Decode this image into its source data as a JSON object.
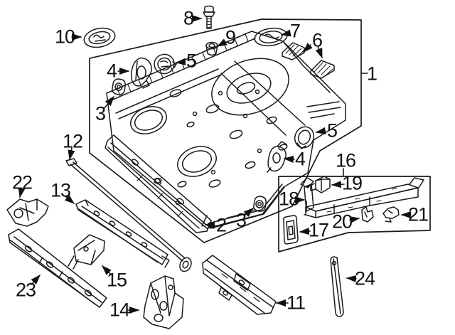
{
  "colors": {
    "background": "#ffffff",
    "line": "#1a1a1a"
  },
  "callouts": {
    "c1": "1",
    "c2": "2",
    "c3": "3",
    "c4": "4",
    "c5": "5",
    "c6": "6",
    "c7": "7",
    "c8": "8",
    "c9": "9",
    "c10": "10",
    "c11": "11",
    "c12": "12",
    "c13": "13",
    "c14": "14",
    "c15": "15",
    "c16": "16",
    "c17": "17",
    "c18": "18",
    "c19": "19",
    "c20": "20",
    "c21": "21",
    "c22": "22",
    "c23": "23",
    "c24": "24"
  }
}
